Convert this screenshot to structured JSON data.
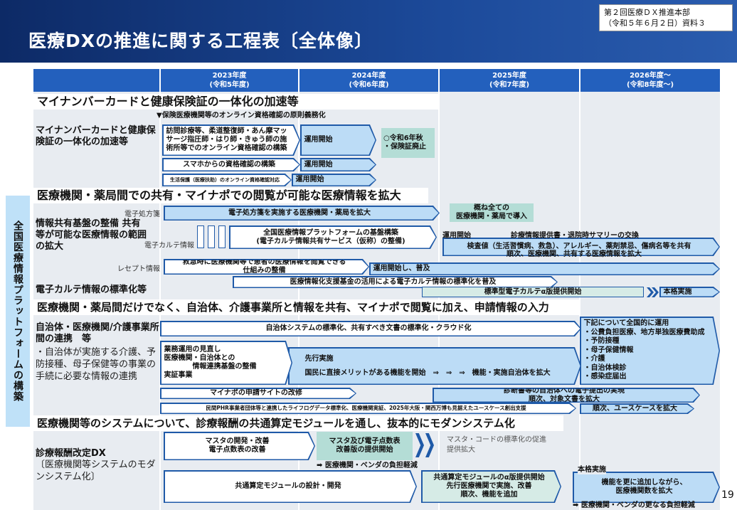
{
  "header": {
    "title": "医療DXの推進に関する工程表〔全体像〕",
    "meeting_line1": "第２回医療ＤＸ推進本部",
    "meeting_line2": "（令和５年６月２日）資料３"
  },
  "years": [
    {
      "y": "2023年度",
      "r": "(令和5年度)"
    },
    {
      "y": "2024年度",
      "r": "(令和6年度)"
    },
    {
      "y": "2025年度",
      "r": "(令和7年度)"
    },
    {
      "y": "2026年度～",
      "r": "(令和8年度～)"
    }
  ],
  "vertical_label": "全国医療情報プラットフォームの構築",
  "s1": {
    "heading": "マイナンバーカードと健康保険証の一体化の加速等",
    "row_label": "マイナンバーカードと健康保険証の一体化の加速等",
    "milestone": "▼保険医療機関等のオンライン資格確認の原則義務化",
    "box_a": "訪問診療等、柔道整復師・あん摩マッサージ指圧師・はり師・きゅう師の施術所等でのオンライン資格確認の構築",
    "start": "運用開始",
    "teal_1": "○令和6年秋",
    "teal_2": "・保険証廃止",
    "smartphone": "スマホからの資格確認の構築",
    "welfare": "生活保護（医療扶助）のオンライン資格確認対応"
  },
  "s2": {
    "heading": "医療機関・薬局間での共有・マイナポでの閲覧が可能な医療情報を拡大",
    "row_label": "情報共有基盤の整備 共有等が可能な医療情報の範囲の拡大",
    "row_label2": "電子カルテ情報の標準化等",
    "lbl_rx": "電子処方箋",
    "lbl_emr": "電子カルテ情報",
    "lbl_receipt": "レセプト情報",
    "rx_bar": "電子処方箋を実施する医療機関・薬局を拡大",
    "rx_teal_1": "概ね全ての",
    "rx_teal_2": "医療機関・薬局で導入",
    "platform_1": "全国医療情報プラットフォームの基盤構築",
    "platform_2": "(電子カルテ情報共有サービス（仮称）の整備)",
    "op_start": "運用開始",
    "exchange": "診療情報提供書・退院時サマリーの交換",
    "share_1": "検査値（生活習慣病、救急）、アレルギー、薬剤禁忌、傷病名等を共有",
    "share_2": "順次、医療機関、共有する医療情報を拡大",
    "emergency_1": "救急時に医療機関等で患者の医療情報を閲覧できる",
    "emergency_2": "仕組みの整備",
    "op_spread": "運用開始し、普及",
    "fund": "医療情報化支援基金の活用による電子カルテ情報の標準化を普及",
    "std_emr": "標準型電子カルテα版提供開始",
    "full": "本格実施"
  },
  "s3": {
    "heading": "医療機関・薬局間だけでなく、自治体、介護事業所と情報を共有、マイナポで閲覧に加え、申請情報の入力",
    "row_label": "自治体・医療機関/介護事業所間の連携　等",
    "row_desc": "・自治体が実施する介護、予防接種、母子保健等の事業の手続に必要な情報の連携",
    "std": "自治体システムの標準化、共有すべき文書の標準化・クラウド化",
    "ops_1": "業務運用の見直し",
    "ops_2": "医療機関・自治体との",
    "ops_3": "情報連携基盤の整備",
    "ops_4": "実証事業",
    "pilot": "先行実施",
    "benefit": "国民に直接メリットがある機能を開始　⇒　⇒　⇒　機能・実施自治体を拡大",
    "nation": [
      "下記について全国的に運用",
      "・公費負担医療、地方単独医療費助成",
      "・予防接種",
      "・母子保健情報",
      "・介護",
      "・自治体検診",
      "・感染症届出"
    ],
    "mynapo": "マイナポの申請サイトの改修",
    "cert_1": "診断書等の自治体への電子提出の実現",
    "cert_2": "順次、対象文書を拡大",
    "phr": "民間PHR事業者団体等と連携したライフログデータ標準化、医療機関実証、2025年大阪・関西万博も見据えたユースケース創出支援",
    "usecase": "順次、ユースケースを拡大"
  },
  "s4": {
    "heading": "医療機関等のシステムについて、診療報酬の共通算定モジュールを通し、抜本的にモダンシステム化",
    "row_label": "診療報酬改定DX",
    "row_desc": "〔医療機関等システムのモダンシステム化〕",
    "master_1": "マスタの開発・改善",
    "master_2": "電子点数表の改善",
    "master_teal_1": "マスタ及び電子点数表",
    "master_teal_2": "改善版の提供開始",
    "code_1": "マスタ・コードの標準化の促進",
    "code_2": "提供拡大",
    "burden": "➡ 医療機関・ベンダの負担軽減",
    "module": "共通算定モジュールの設計・開発",
    "alpha_1": "共通算定モジュールのα版提供開始",
    "alpha_2": "先行医療機関で実施、改善",
    "alpha_3": "順次、機能を追加",
    "full": "本格実施",
    "expand_1": "機能を更に追加しながら、",
    "expand_2": "医療機関数を拡大",
    "burden2": "➡ 医療機関・ベンダの更なる負担軽減"
  },
  "page_number": "19"
}
